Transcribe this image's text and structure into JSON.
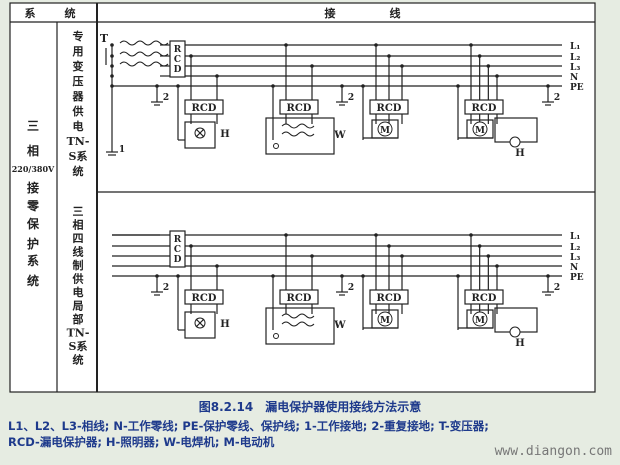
{
  "table": {
    "header_system_1": "系",
    "header_system_2": "统",
    "header_wiring_1": "接",
    "header_wiring_2": "线",
    "left_col": [
      "三",
      "相",
      "220/380V",
      "接",
      "零",
      "保",
      "护",
      "系",
      "统"
    ],
    "top_system": [
      "专",
      "用",
      "变",
      "压",
      "器",
      "供",
      "电",
      "TN-",
      "S系",
      "统"
    ],
    "bottom_system": [
      "三",
      "相",
      "四",
      "线",
      "制",
      "供",
      "电",
      "局",
      "部",
      "TN-",
      "S系",
      "统"
    ]
  },
  "diagram": {
    "line_labels": [
      "L₁",
      "L₂",
      "L₃",
      "N",
      "PE"
    ],
    "transformer_label": "T",
    "rcd_label": "RCD",
    "rcd_vertical": [
      "R",
      "C",
      "D"
    ],
    "ground_work": "1",
    "ground_repeat": "2",
    "lamp_label": "H",
    "welder_label": "W",
    "motor_label": "M"
  },
  "caption": "图8.2.14　漏电保护器使用接线方法示意",
  "legend": [
    "L1、L2、L3-相线; N-工作零线; PE-保护零线、保护线; 1-工作接地; 2-重复接地; T-变压器;",
    "RCD-漏电保护器; H-照明器; W-电焊机; M-电动机"
  ],
  "watermark": "www.diangon.com",
  "colors": {
    "caption": "#1e3a8c",
    "background": "#e6ece2",
    "ink": "#222222"
  }
}
